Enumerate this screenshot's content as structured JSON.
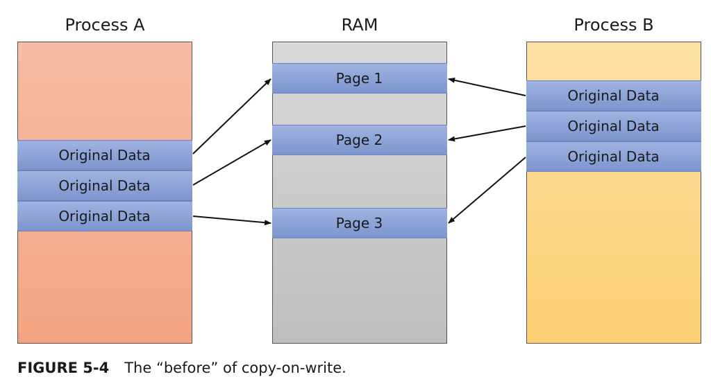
{
  "headers": {
    "process_a": "Process A",
    "ram": "RAM",
    "process_b": "Process B"
  },
  "process_a": {
    "blocks": [
      "Original Data",
      "Original Data",
      "Original Data"
    ]
  },
  "ram": {
    "pages": [
      "Page 1",
      "Page 2",
      "Page 3"
    ]
  },
  "process_b": {
    "blocks": [
      "Original Data",
      "Original Data",
      "Original Data"
    ]
  },
  "caption": {
    "label": "FIGURE 5-4",
    "text": "The “before” of copy-on-write."
  },
  "colors": {
    "process_a_fill": "#f3a482",
    "ram_fill": "#c8c8c8",
    "process_b_fill": "#fbcf72",
    "data_block_fill": "#8ea4d8"
  }
}
